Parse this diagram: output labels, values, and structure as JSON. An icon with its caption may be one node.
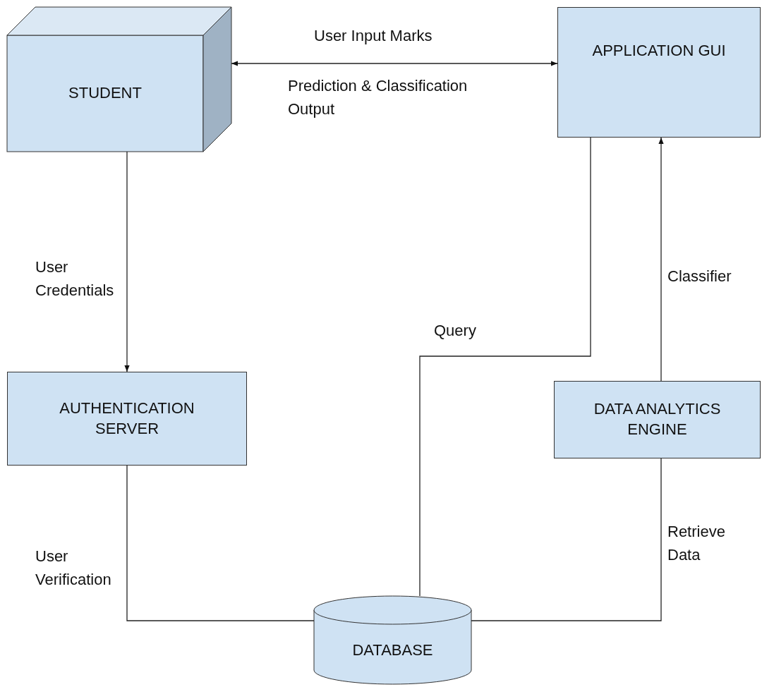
{
  "diagram": {
    "nodes": [
      {
        "text": [
          "STUDENT"
        ]
      },
      {
        "text": [
          "APPLICATION GUI"
        ]
      },
      {
        "text": [
          "AUTHENTICATION SERVER"
        ]
      },
      {
        "text": [
          "DATA ANALYTICS ENGINE"
        ]
      },
      {
        "text": [
          "DATABASE"
        ]
      }
    ],
    "edges": [
      {
        "from": 0,
        "to": 1,
        "arrow": "both",
        "label": "User Input Marks"
      },
      {
        "from": 0,
        "to": 2,
        "arrow": "to",
        "label": "User Credentials"
      },
      {
        "from": 2,
        "to": 4,
        "arrow": "none",
        "label": "User Verification"
      },
      {
        "from": 4,
        "to": 1,
        "arrow": "none",
        "label": "Query"
      },
      {
        "from": 3,
        "to": 1,
        "arrow": "to",
        "label": "Classifier"
      },
      {
        "from": 3,
        "to": 4,
        "arrow": "none",
        "label": "Retrieve Data"
      }
    ],
    "labels": [
      "Prediction & Classification Output"
    ]
  }
}
